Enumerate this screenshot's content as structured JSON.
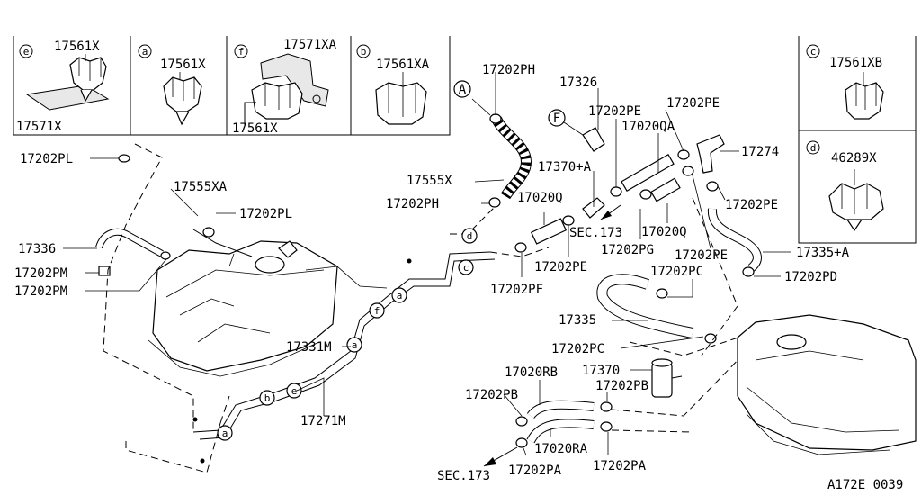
{
  "diagram": {
    "code": "A172E 0039",
    "insets": {
      "e": {
        "letter": "e",
        "parts": [
          "17561X",
          "17571X"
        ]
      },
      "a": {
        "letter": "a",
        "parts": [
          "17561X"
        ]
      },
      "f": {
        "letter": "f",
        "parts": [
          "17571XA",
          "17561X"
        ]
      },
      "b": {
        "letter": "b",
        "parts": [
          "17561XA"
        ]
      },
      "c": {
        "letter": "c",
        "parts": [
          "17561XB"
        ]
      },
      "d": {
        "letter": "d",
        "parts": [
          "46289X"
        ]
      }
    },
    "markers": {
      "A": "A",
      "F": "F"
    },
    "route_letters": {
      "a1": "a",
      "a2": "a",
      "b": "b",
      "c": "c",
      "d": "d",
      "e": "e",
      "f": "f"
    },
    "labels": {
      "pl1": "17202PL",
      "xa1": "17555XA",
      "pl2": "17202PL",
      "p17336": "17336",
      "pm1": "17202PM",
      "pm2": "17202PM",
      "p17331m": "17331M",
      "p17271m": "17271M",
      "ph1": "17202PH",
      "p17555x": "17555X",
      "ph2": "17202PH",
      "p17326": "17326",
      "pe1": "17202PE",
      "p17370a": "17370+A",
      "p17020q": "17020Q",
      "qa": "17020QA",
      "pe2": "17202PE",
      "p17274": "17274",
      "pe3": "17202PE",
      "sec1": "SEC.173",
      "p17020q2": "17020Q",
      "pg": "17202PG",
      "pe4": "17202PE",
      "pe5": "17202PE",
      "pf": "17202PF",
      "p17335a": "17335+A",
      "pc1": "17202PC",
      "pd": "17202PD",
      "p17335": "17335",
      "pc2": "17202PC",
      "rb": "17020RB",
      "p17370": "17370",
      "pb1": "17202PB",
      "pb2": "17202PB",
      "ra": "17020RA",
      "sec2": "SEC.173",
      "pa1": "17202PA",
      "pa2": "17202PA"
    }
  }
}
